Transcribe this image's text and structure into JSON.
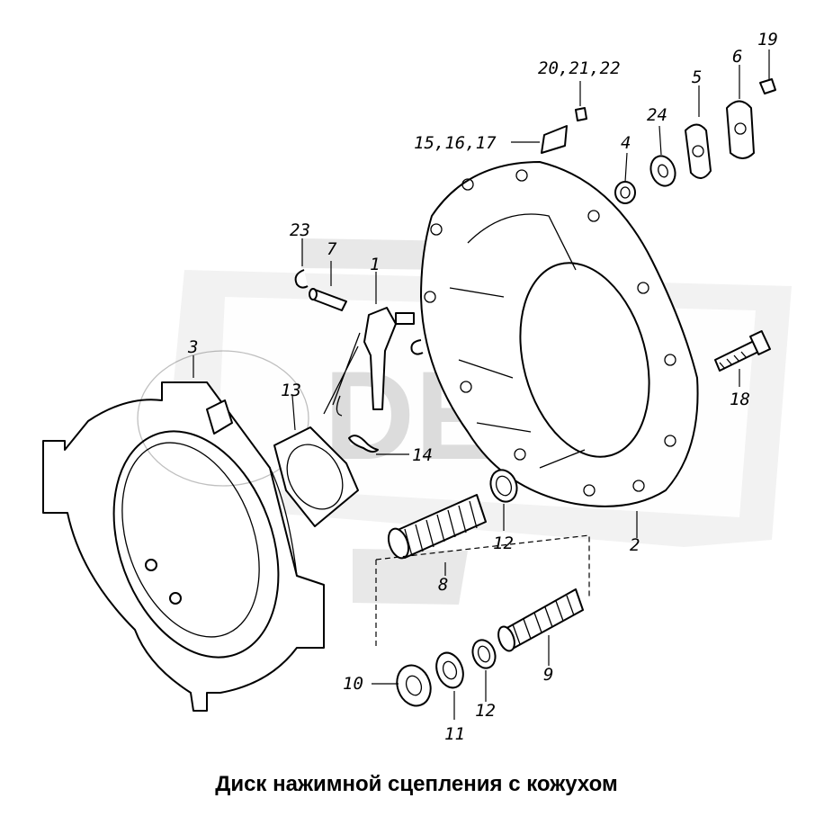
{
  "caption": "Диск нажимной сцепления с кожухом",
  "watermark": "DEX",
  "callouts": {
    "c1": "1",
    "c2": "2",
    "c3": "3",
    "c4": "4",
    "c5": "5",
    "c6": "6",
    "c7": "7",
    "c8": "8",
    "c9": "9",
    "c10": "10",
    "c11": "11",
    "c12a": "12",
    "c12b": "12",
    "c13": "13",
    "c14": "14",
    "c15": "15,16,17",
    "c18": "18",
    "c19": "19",
    "c20": "20,21,22",
    "c23": "23",
    "c24": "24"
  }
}
